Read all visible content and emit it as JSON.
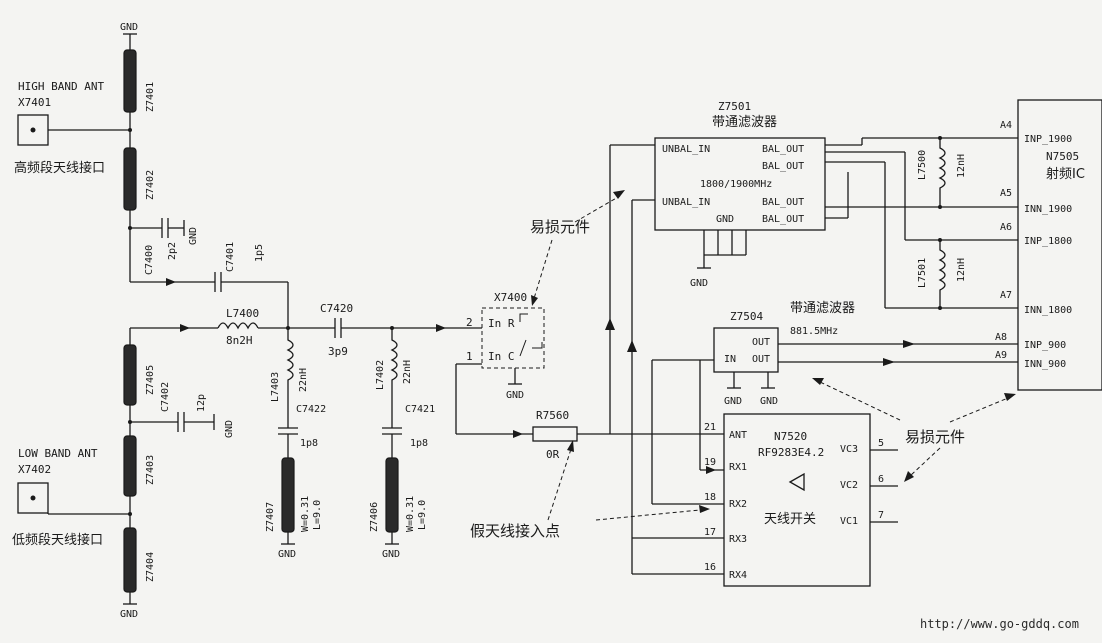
{
  "labels": {
    "gnd": "GND",
    "high_band_ant": "HIGH BAND ANT",
    "x7401": "X7401",
    "high_band_cn": "高频段天线接口",
    "low_band_ant": "LOW BAND ANT",
    "x7402": "X7402",
    "low_band_cn": "低频段天线接口",
    "z7401": "Z7401",
    "z7402": "Z7402",
    "z7403": "Z7403",
    "z7404": "Z7404",
    "z7405": "Z7405",
    "z7406": "Z7406",
    "z7407": "Z7407",
    "c7400": "C7400",
    "c7400_val": "2p2",
    "c7401": "C7401",
    "c7401_val": "1p5",
    "c7402": "C7402",
    "c7402_val": "12p",
    "c7420": "C7420",
    "c7420_val": "3p9",
    "c7421": "C7421",
    "c7421_val": "1p8",
    "c7422": "C7422",
    "c7422_val": "1p8",
    "l7400": "L7400",
    "l7400_val": "8n2H",
    "l7402": "L7402",
    "l7402_val": "22nH",
    "l7403": "L7403",
    "l7403_val": "22nH",
    "l7500": "L7500",
    "l7500_val": "12nH",
    "l7501": "L7501",
    "l7501_val": "12nH",
    "w_val": "W=0.31",
    "l_val": "L=9.0",
    "x7400": "X7400",
    "in_r": "In R",
    "in_c": "In C",
    "pin1": "1",
    "pin2": "2",
    "r7560": "R7560",
    "r7560_val": "0R",
    "z7501": "Z7501",
    "bandpass_cn": "带通滤波器",
    "unbal_in": "UNBAL_IN",
    "bal_out": "BAL_OUT",
    "band_1800_1900": "1800/1900MHz",
    "z7504": "Z7504",
    "band_881": "881.5MHz",
    "pin_in": "IN",
    "pin_out": "OUT",
    "n7505": "N7505",
    "rf_ic_cn": "射频IC",
    "inp_1900": "INP_1900",
    "inn_1900": "INN_1900",
    "inp_1800": "INP_1800",
    "inn_1800": "INN_1800",
    "inp_900": "INP_900",
    "inn_900": "INN_900",
    "a4": "A4",
    "a5": "A5",
    "a6": "A6",
    "a7": "A7",
    "a8": "A8",
    "a9": "A9",
    "n7520": "N7520",
    "rf9283": "RF9283E4.2",
    "ant_switch_cn": "天线开关",
    "ant": "ANT",
    "rx1": "RX1",
    "rx2": "RX2",
    "rx3": "RX3",
    "rx4": "RX4",
    "vc1": "VC1",
    "vc2": "VC2",
    "vc3": "VC3",
    "p21": "21",
    "p19": "19",
    "p18": "18",
    "p17": "17",
    "p16": "16",
    "p5": "5",
    "p6": "6",
    "p7": "7",
    "fragile_cn": "易损元件",
    "dummy_ant_cn": "假天线接入点",
    "url": "http://www.go-gddq.com"
  }
}
